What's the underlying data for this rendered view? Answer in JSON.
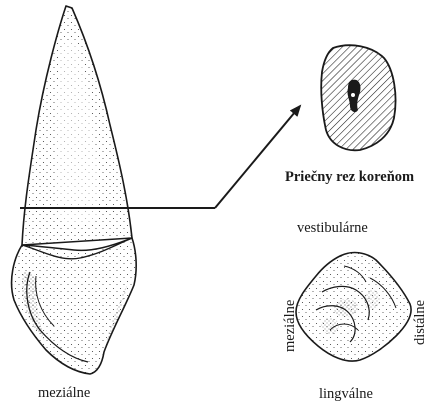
{
  "labels": {
    "tooth_side": "meziálne",
    "cross_section_caption": "Priečny rez koreňom",
    "top": "vestibulárne",
    "bottom": "lingválne",
    "left": "meziálne",
    "right": "distálne"
  },
  "colors": {
    "ink": "#1a1a1a",
    "background": "#ffffff"
  }
}
